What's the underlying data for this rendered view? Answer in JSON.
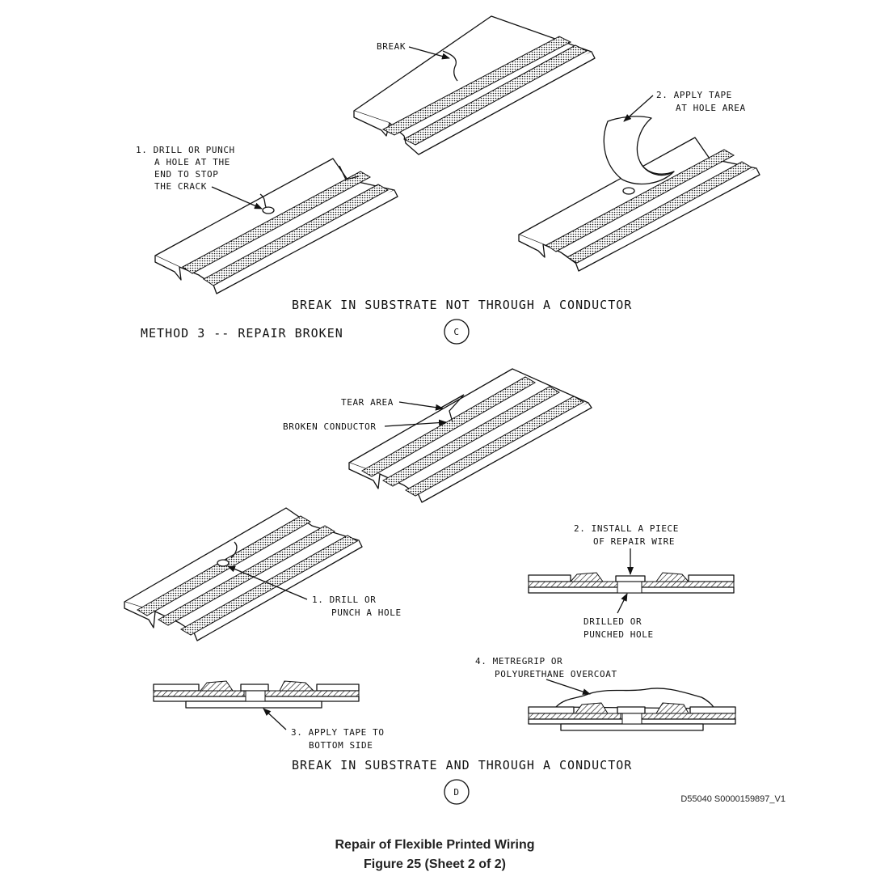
{
  "labels": {
    "break": "BREAK",
    "apply_tape_1": "2. APPLY TAPE",
    "apply_tape_2": "AT HOLE AREA",
    "drill_stop_1": "1. DRILL OR PUNCH",
    "drill_stop_2": "A HOLE AT THE",
    "drill_stop_3": "END TO STOP",
    "drill_stop_4": "THE CRACK",
    "tear_area": "TEAR AREA",
    "broken_conductor": "BROKEN CONDUCTOR",
    "drill_hole_1": "1. DRILL OR",
    "drill_hole_2": "PUNCH A HOLE",
    "install_wire_1": "2. INSTALL A PIECE",
    "install_wire_2": "OF REPAIR WIRE",
    "drilled_1": "DRILLED OR",
    "drilled_2": "PUNCHED HOLE",
    "tape_bottom_1": "3. APPLY TAPE TO",
    "tape_bottom_2": "BOTTOM SIDE",
    "overcoat_1": "4. METREGRIP OR",
    "overcoat_2": "POLYURETHANE OVERCOAT"
  },
  "headings": {
    "section_c": "BREAK IN SUBSTRATE NOT THROUGH A CONDUCTOR",
    "method": "METHOD 3 -- REPAIR BROKEN",
    "circle_c": "C",
    "section_d": "BREAK IN SUBSTRATE AND THROUGH A CONDUCTOR",
    "circle_d": "D"
  },
  "reference": "D55040 S0000159897_V1",
  "caption": {
    "title": "Repair of Flexible Printed Wiring",
    "figure": "Figure 25  (Sheet 2 of 2)"
  }
}
